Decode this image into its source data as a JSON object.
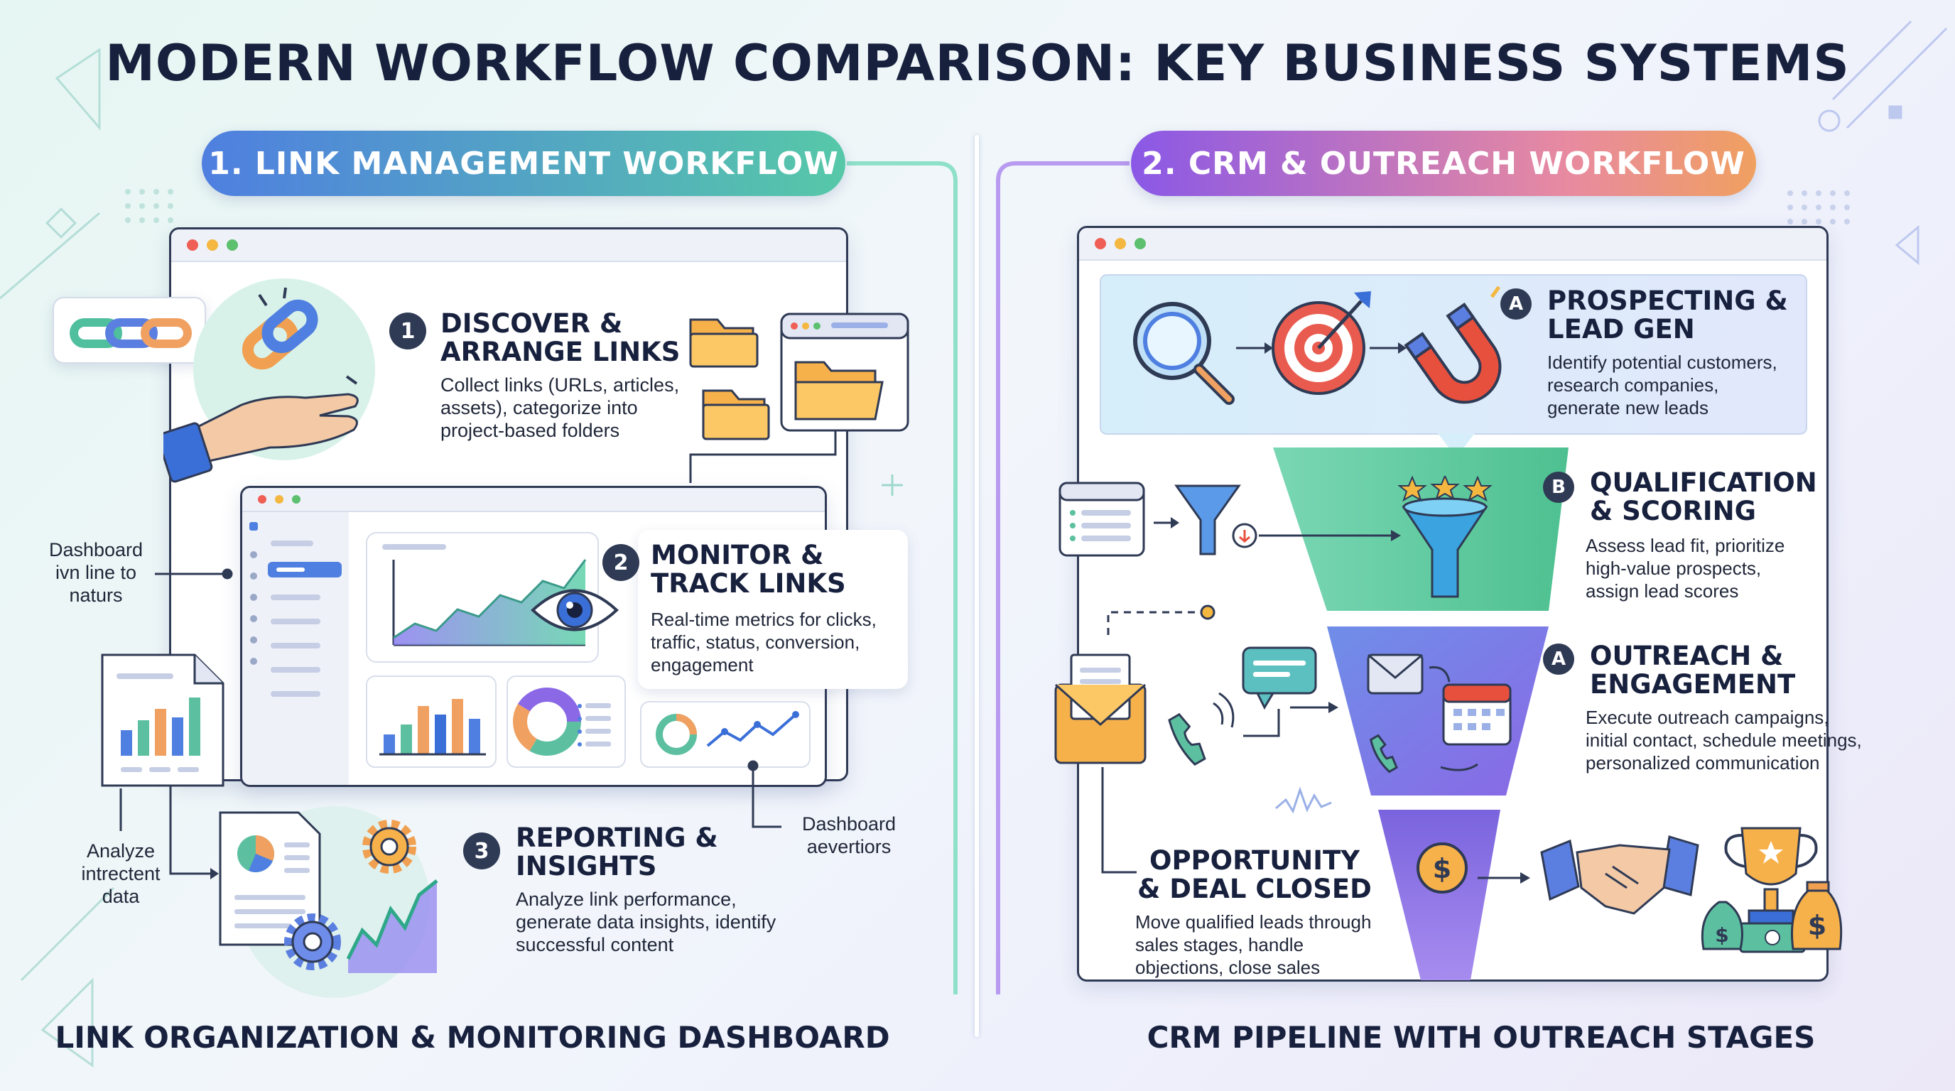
{
  "title": "MODERN WORKFLOW COMPARISON: KEY BUSINESS SYSTEMS",
  "left": {
    "header": "1. LINK MANAGEMENT WORKFLOW",
    "steps": [
      {
        "badge": "1",
        "title": "DISCOVER &\nARRANGE LINKS",
        "desc": "Collect links (URLs, articles,\nassets), categorize into\nproject-based folders"
      },
      {
        "badge": "2",
        "title": "MONITOR &\nTRACK LINKS",
        "desc": "Real-time metrics for clicks,\ntraffic, status, conversion,\nengagement"
      },
      {
        "badge": "3",
        "title": "REPORTING &\nINSIGHTS",
        "desc": "Analyze link performance,\ngenerate data insights, identify\nsuccessful content"
      }
    ],
    "side_labels": {
      "dashboard_line": "Dashboard\nivn line to\nnaturs",
      "analyze": "Analyze\nintrectent\ndata",
      "dashboard_adv": "Dashboard\naevertiors"
    },
    "footer": "LINK ORGANIZATION & MONITORING DASHBOARD"
  },
  "right": {
    "header": "2. CRM & OUTREACH WORKFLOW",
    "stages": [
      {
        "badge": "A",
        "title": "PROSPECTING &\nLEAD GEN",
        "desc": "Identify potential customers,\nresearch companies,\ngenerate new leads"
      },
      {
        "badge": "B",
        "title": "QUALIFICATION\n& SCORING",
        "desc": "Assess lead fit, prioritize\nhigh-value prospects,\nassign lead scores"
      },
      {
        "badge": "A",
        "title": "OUTREACH &\nENGAGEMENT",
        "desc": "Execute outreach campaigns,\ninitial contact, schedule meetings,\npersonalized communication"
      },
      {
        "badge": "",
        "title": "OPPORTUNITY\n& DEAL CLOSED",
        "desc": "Move qualified leads through\nsales stages, handle\nobjections, close sales"
      }
    ],
    "footer": "CRM PIPELINE WITH OUTREACH STAGES"
  },
  "icons": [
    "chain-link-icon",
    "hand-icon",
    "folder-icon",
    "eye-icon",
    "bar-chart-icon",
    "donut-chart-icon",
    "gear-icon",
    "document-icon",
    "magnifier-icon",
    "target-icon",
    "magnet-icon",
    "funnel-icon",
    "star-icon",
    "envelope-icon",
    "chat-bubble-icon",
    "phone-icon",
    "calendar-icon",
    "dollar-coin-icon",
    "handshake-icon",
    "trophy-icon",
    "money-bag-icon"
  ],
  "colors": {
    "navy": "#17203d",
    "teal": "#56c8a8",
    "blue": "#4f7fe0",
    "purple": "#8a58e6",
    "orange": "#f0a060"
  }
}
